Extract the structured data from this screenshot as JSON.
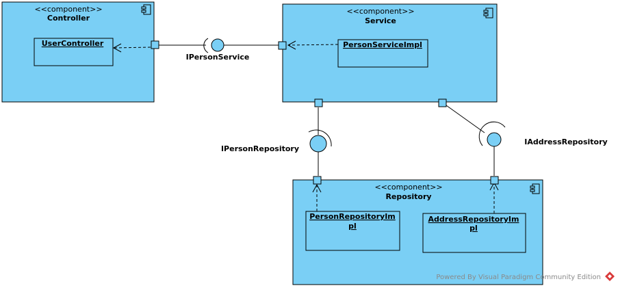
{
  "components": {
    "controller": {
      "stereotype": "<<component>>",
      "name": "Controller"
    },
    "service": {
      "stereotype": "<<component>>",
      "name": "Service"
    },
    "repository": {
      "stereotype": "<<component>>",
      "name": "Repository"
    }
  },
  "classes": {
    "user_controller": "UserController",
    "person_service_impl": "PersonServiceImpl",
    "person_repository_impl_line1": "PersonRepositoryIm",
    "person_repository_impl_line2": "pl",
    "address_repository_impl_line1": "AddressRepositoryIm",
    "address_repository_impl_line2": "pl"
  },
  "interfaces": {
    "iperson_service": "IPersonService",
    "iperson_repository": "IPersonRepository",
    "iaddress_repository": "IAddressRepository"
  },
  "watermark": "Powered By Visual Paradigm Community Edition",
  "colors": {
    "component_fill": "#7ACFF5",
    "stroke": "#000000",
    "watermark_text": "#8a8a8a",
    "logo_red": "#d93a3a"
  }
}
